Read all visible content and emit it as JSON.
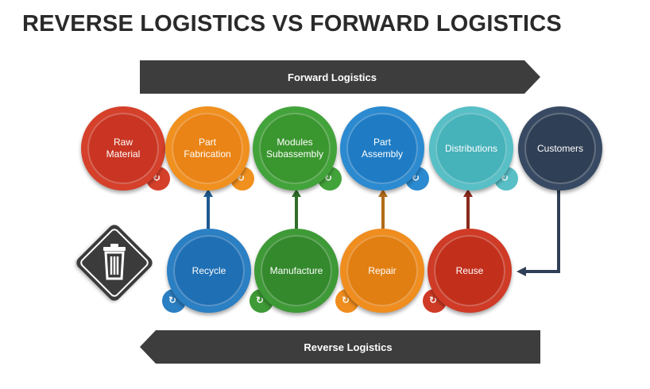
{
  "title": "REVERSE LOGISTICS VS FORWARD LOGISTICS",
  "forward_label": "Forward Logistics",
  "reverse_label": "Reverse Logistics",
  "top_nodes": [
    {
      "label": "Raw\nMaterial",
      "ring": "#d5402b",
      "core": "#c93522"
    },
    {
      "label": "Part\nFabrication",
      "ring": "#f0901f",
      "core": "#ea8416"
    },
    {
      "label": "Modules\nSubassembly",
      "ring": "#43a33b",
      "core": "#3a962f"
    },
    {
      "label": "Part\nAssembly",
      "ring": "#2b8ad0",
      "core": "#1f7cc4"
    },
    {
      "label": "Distributions",
      "ring": "#58bfc6",
      "core": "#46b2ba"
    },
    {
      "label": "Customers",
      "ring": "#384a63",
      "core": "#2f3f55"
    }
  ],
  "bottom_nodes": [
    {
      "label": "Recycle",
      "ring": "#2b7fc3",
      "core": "#1f6fb4"
    },
    {
      "label": "Manufacture",
      "ring": "#3e9a36",
      "core": "#33892c"
    },
    {
      "label": "Repair",
      "ring": "#ef8d1f",
      "core": "#e27f12"
    },
    {
      "label": "Reuse",
      "ring": "#cf3b26",
      "core": "#c2301c"
    }
  ],
  "icons": {
    "trash": "trash-icon",
    "cycle": "recycle-arrow-icon"
  },
  "colors": {
    "band": "#3d3d3d",
    "connector_dark": "#384a63"
  }
}
